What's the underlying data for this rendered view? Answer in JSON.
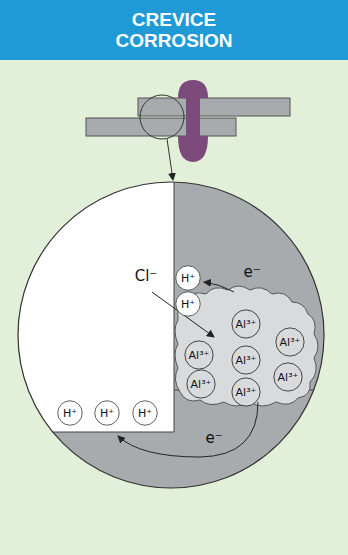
{
  "diagram": {
    "title": "CREVICE CORROSION",
    "nodes": [
      {
        "text": [
          "H⁺"
        ]
      },
      {
        "text": [
          "H⁺"
        ]
      },
      {
        "text": [
          "Al³⁺"
        ]
      },
      {
        "text": [
          "Al³⁺"
        ]
      },
      {
        "text": [
          "Al³⁺"
        ]
      },
      {
        "text": [
          "Al³⁺"
        ]
      },
      {
        "text": [
          "Al³⁺"
        ]
      },
      {
        "text": [
          "Al³⁺"
        ]
      },
      {
        "text": [
          "Al³⁺"
        ]
      },
      {
        "text": [
          "H⁺"
        ]
      },
      {
        "text": [
          "H⁺"
        ]
      },
      {
        "text": [
          "H⁺"
        ]
      }
    ],
    "labels": [
      "Cl⁻",
      "e⁻",
      "e⁻"
    ]
  }
}
